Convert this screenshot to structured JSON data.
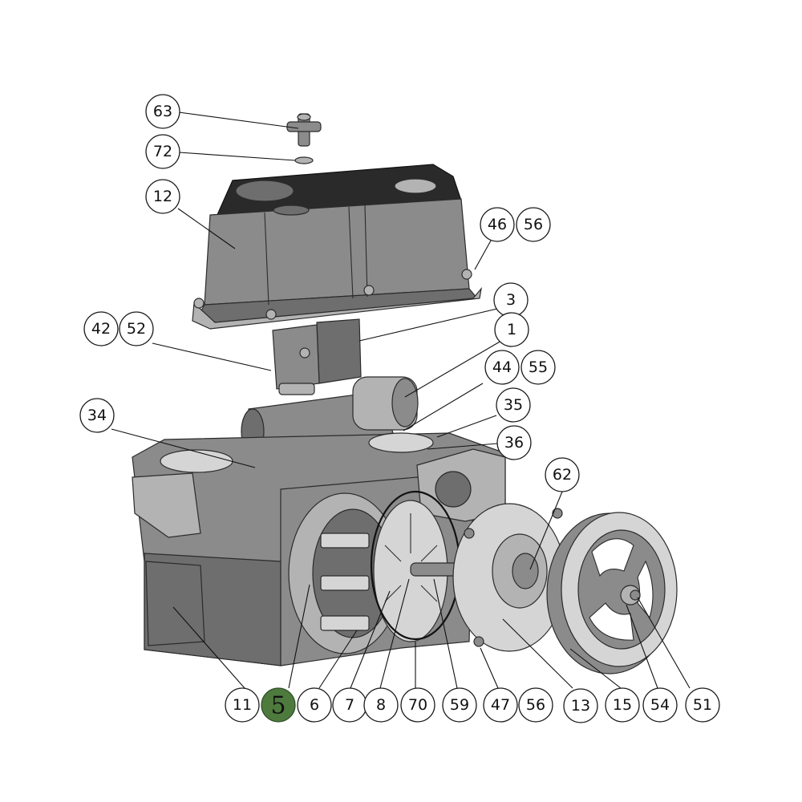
{
  "diagram": {
    "active_callout": "5",
    "colors": {
      "active_fill": "#4e7a3e",
      "part_dark": "#6e6e6e",
      "part_light": "#d5d5d5"
    },
    "callouts": [
      {
        "id": "c63",
        "label": "63"
      },
      {
        "id": "c72",
        "label": "72"
      },
      {
        "id": "c12",
        "label": "12"
      },
      {
        "id": "c46",
        "label": "46"
      },
      {
        "id": "c56a",
        "label": "56"
      },
      {
        "id": "c3",
        "label": "3"
      },
      {
        "id": "c42",
        "label": "42"
      },
      {
        "id": "c52",
        "label": "52"
      },
      {
        "id": "c1",
        "label": "1"
      },
      {
        "id": "c44",
        "label": "44"
      },
      {
        "id": "c55",
        "label": "55"
      },
      {
        "id": "c34",
        "label": "34"
      },
      {
        "id": "c35",
        "label": "35"
      },
      {
        "id": "c36",
        "label": "36"
      },
      {
        "id": "c62",
        "label": "62"
      },
      {
        "id": "c11",
        "label": "11"
      },
      {
        "id": "c5",
        "label": "5"
      },
      {
        "id": "c6",
        "label": "6"
      },
      {
        "id": "c7",
        "label": "7"
      },
      {
        "id": "c8",
        "label": "8"
      },
      {
        "id": "c70",
        "label": "70"
      },
      {
        "id": "c59",
        "label": "59"
      },
      {
        "id": "c47",
        "label": "47"
      },
      {
        "id": "c56b",
        "label": "56"
      },
      {
        "id": "c13",
        "label": "13"
      },
      {
        "id": "c15",
        "label": "15"
      },
      {
        "id": "c54",
        "label": "54"
      },
      {
        "id": "c51",
        "label": "51"
      }
    ]
  }
}
